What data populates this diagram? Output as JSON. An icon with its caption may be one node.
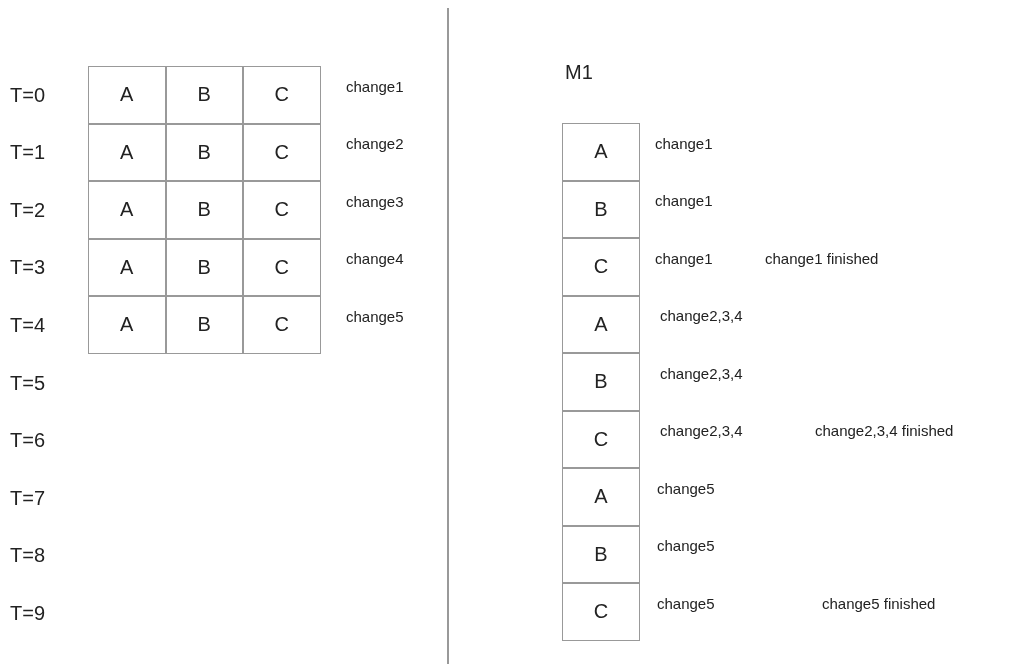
{
  "diagram": {
    "labels": [
      "T=0",
      "A",
      "B",
      "C",
      "change1",
      "T=1",
      "A",
      "B",
      "C",
      "change2",
      "T=2",
      "A",
      "B",
      "C",
      "change3",
      "T=3",
      "A",
      "B",
      "C",
      "change4",
      "T=4",
      "A",
      "B",
      "C",
      "change5",
      "T=5",
      "T=6",
      "T=7",
      "T=8",
      "T=9",
      "M1",
      "A",
      "change1",
      "B",
      "change1",
      "C",
      "change1",
      "change1 finished",
      "A",
      "change2,3,4",
      "B",
      "change2,3,4",
      "C",
      "change2,3,4",
      "change2,3,4 finished",
      "A",
      "change5",
      "B",
      "change5",
      "C",
      "change5",
      "change5 finished"
    ]
  }
}
